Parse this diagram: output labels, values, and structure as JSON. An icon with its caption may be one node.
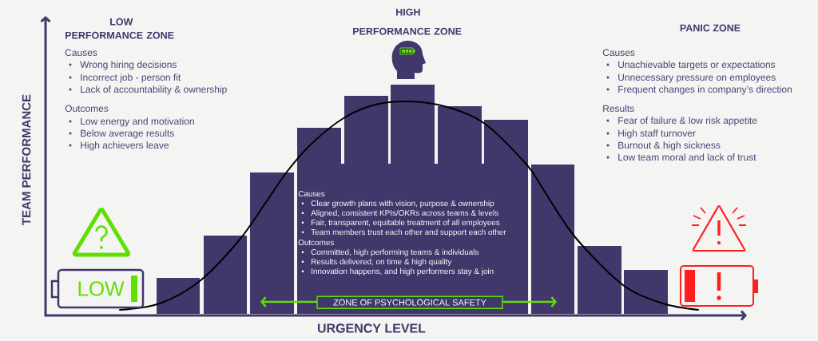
{
  "diagram": {
    "nodes": [
      {
        "text": [
          "LOW"
        ]
      },
      {
        "text": [
          "Causes",
          "Clear growth plans with vision, purpose & ownership",
          "Aligned, consistent KPIs/OKRs across teams & levels",
          "Fair, transparent, equitable treatment of all employees",
          "Team members trust each other and support each other",
          "Outcomes",
          "Committed, high performing teams & individuals",
          "Results delivered, on time & high quality",
          "Innovation happens, and high performers stay & join"
        ]
      },
      {
        "text": [
          "ZONE OF PSYCHOLOGICAL SAFETY"
        ],
        "in": 1
      },
      {
        "text": [],
        "shape": "box"
      }
    ],
    "labels": [
      "LOW PERFORMANCE ZONE",
      "Causes",
      "Wrong hiring decisions",
      "Incorrect job - person fit",
      "Lack of accountability & ownership",
      "Outcomes",
      "Low energy and motivation",
      "Below average results",
      "High achievers leave",
      "HIGH PERFORMANCE ZONE",
      "PANIC ZONE",
      "Causes",
      "Unachievable targets or expectations",
      "Unnecessary pressure on employees",
      "Frequent changes in company’s direction",
      "Results",
      "Fear of failure & low risk appetite",
      "High staff turnover",
      "Burnout & high sickness",
      "Low team moral and lack of trust",
      "TEAM PERFORMANCE",
      "URGENCY LEVEL"
    ]
  }
}
